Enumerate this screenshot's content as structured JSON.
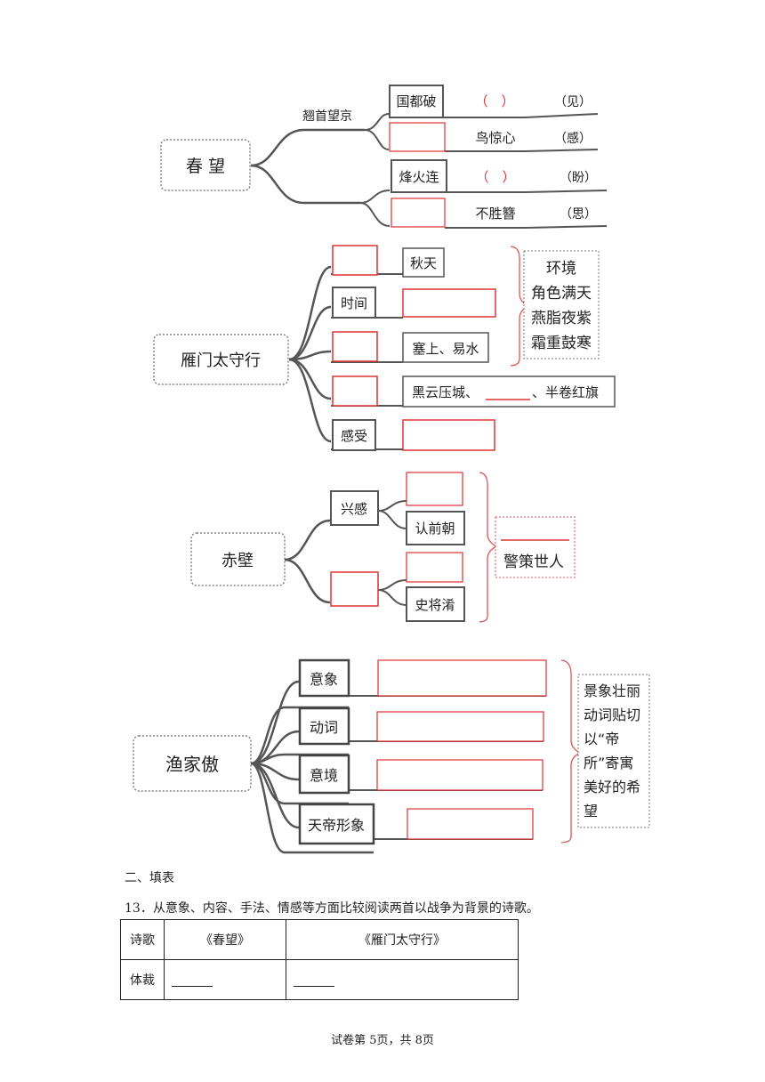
{
  "chunwang": {
    "root": "春 望",
    "branch_label": "翘首望京",
    "n1": "国都破",
    "n1_paren": "（　）",
    "n1_word": "（见）",
    "n2_text": "鸟惊心",
    "n2_word": "（感）",
    "n3": "烽火连",
    "n3_paren": "（　）",
    "n3_word": "（盼）",
    "n4_text": "不胜簪",
    "n4_word": "（思）"
  },
  "yanmen": {
    "root": "雁门太守行",
    "n1_value": "秋天",
    "n2_label": "时间",
    "n3_value": "塞上、易水",
    "n4_prefix": "黑云压城、",
    "n4_suffix": "、半卷红旗",
    "n5_label": "感受",
    "side": [
      "环境",
      "角色满天",
      "燕脂夜紫",
      "霜重鼓寒"
    ]
  },
  "chibi": {
    "root": "赤壁",
    "n1_label": "兴感",
    "n1_value": "认前朝",
    "n2_value": "史将淆",
    "side": "警策世人"
  },
  "yujiaao": {
    "root": "渔家傲",
    "items": [
      "意象",
      "动词",
      "意境",
      "天帝形象"
    ],
    "side": [
      "景象壮丽",
      "动词贴切",
      "以“帝",
      "所”寄寓",
      "美好的希",
      "望"
    ]
  },
  "section_title": "二、填表",
  "question": "13．从意象、内容、手法、情感等方面比较阅读两首以战争为背景的诗歌。",
  "table": {
    "header": [
      "诗歌",
      "《春望》",
      "《雁门太守行》"
    ],
    "row1_label": "体裁"
  },
  "footer": "试卷第 5页，共 8页"
}
